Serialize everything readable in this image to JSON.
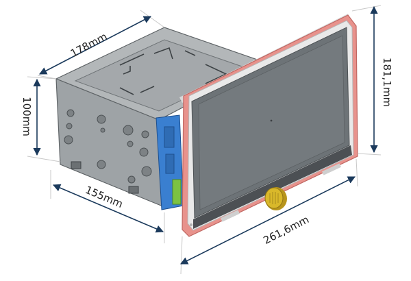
{
  "dimensions": {
    "depth_top": "178mm",
    "height_body": "100mm",
    "depth_bottom": "155mm",
    "screen_width": "261,6mm",
    "screen_height": "181,1mm"
  },
  "colors": {
    "screen_frame": "#e8928c",
    "screen_glass": "#6d7377",
    "chassis_face": "#9ea3a6",
    "chassis_top": "#b3b7b9",
    "bracket": "#3a7fd0",
    "connector": "#7cc242",
    "knob": "#d9b82a",
    "dimension_line": "#1b3a5c"
  }
}
